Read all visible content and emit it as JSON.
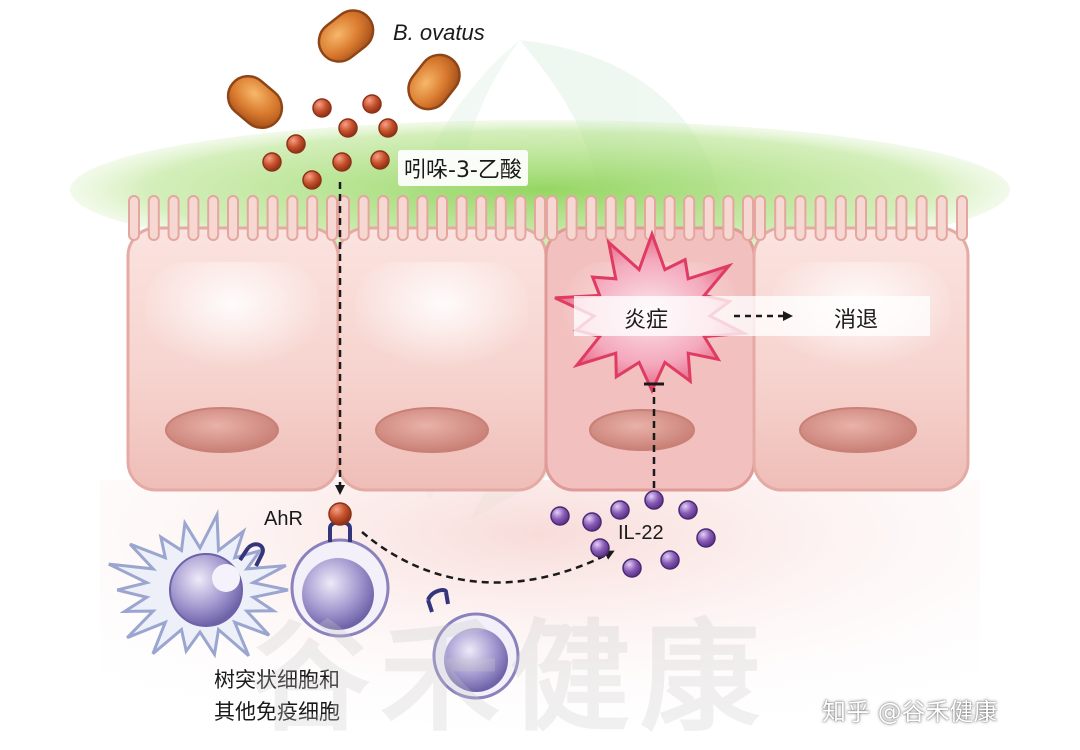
{
  "labels": {
    "bacteria": "B. ovatus",
    "metabolite": "吲哚-3-乙酸",
    "inflammation": "炎症",
    "resolution": "消退",
    "receptor": "AhR",
    "cytokine": "IL-22",
    "immune_cells_line1": "树突状细胞和",
    "immune_cells_line2": "其他免疫细胞"
  },
  "watermark": {
    "text": "谷禾健康",
    "credit": "知乎 @谷禾健康"
  },
  "colors": {
    "bacteria": "#d97a2e",
    "metabolite": "#c8522c",
    "mucus": "#8fd45a",
    "epithelium": "#f3c9c4",
    "nucleus": "#d9968c",
    "inflammation": "#ec6a86",
    "cytokine": "#8a5cb8",
    "immune_cell": "#a49ad0",
    "receptor": "#34357a"
  }
}
